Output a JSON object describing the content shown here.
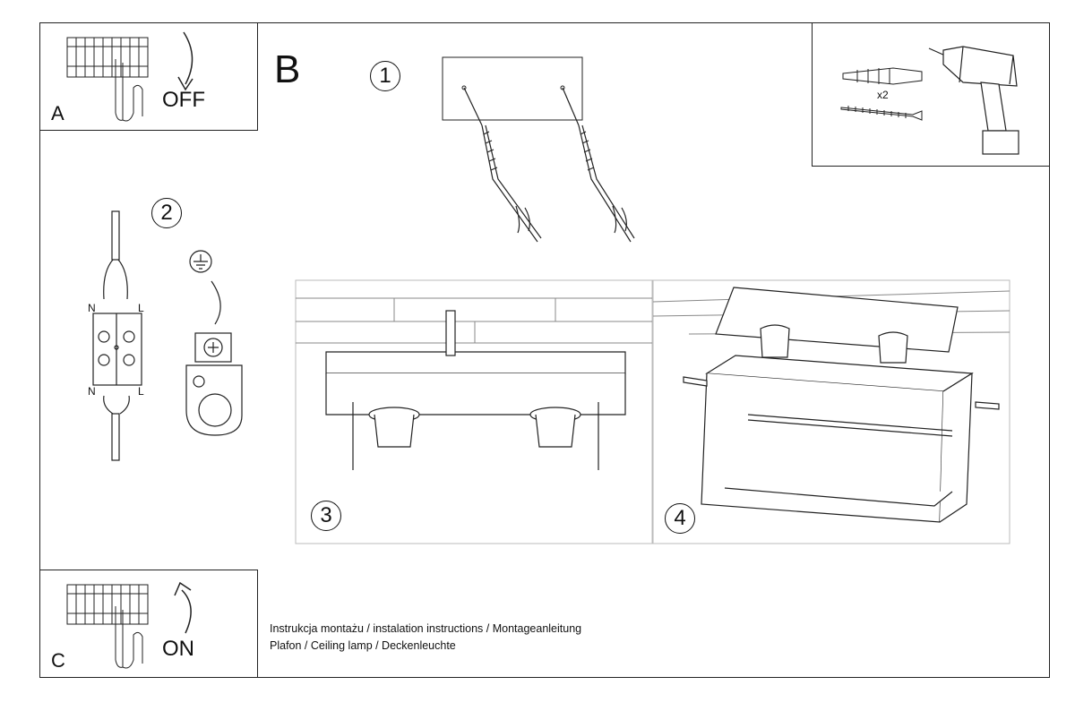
{
  "panels": {
    "a": {
      "letter": "A",
      "state": "OFF"
    },
    "b": {
      "letter": "B"
    },
    "c": {
      "letter": "C",
      "state": "ON"
    }
  },
  "steps": [
    "1",
    "2",
    "3",
    "4"
  ],
  "wiring": {
    "n_top": "N",
    "l_top": "L",
    "n_bottom": "N",
    "l_bottom": "L"
  },
  "tools": {
    "quantity": "x2"
  },
  "footer": {
    "line1": "Instrukcja montażu / instalation instructions / Montageanleitung",
    "line2": "Plafon / Ceiling lamp / Deckenleuchte"
  }
}
